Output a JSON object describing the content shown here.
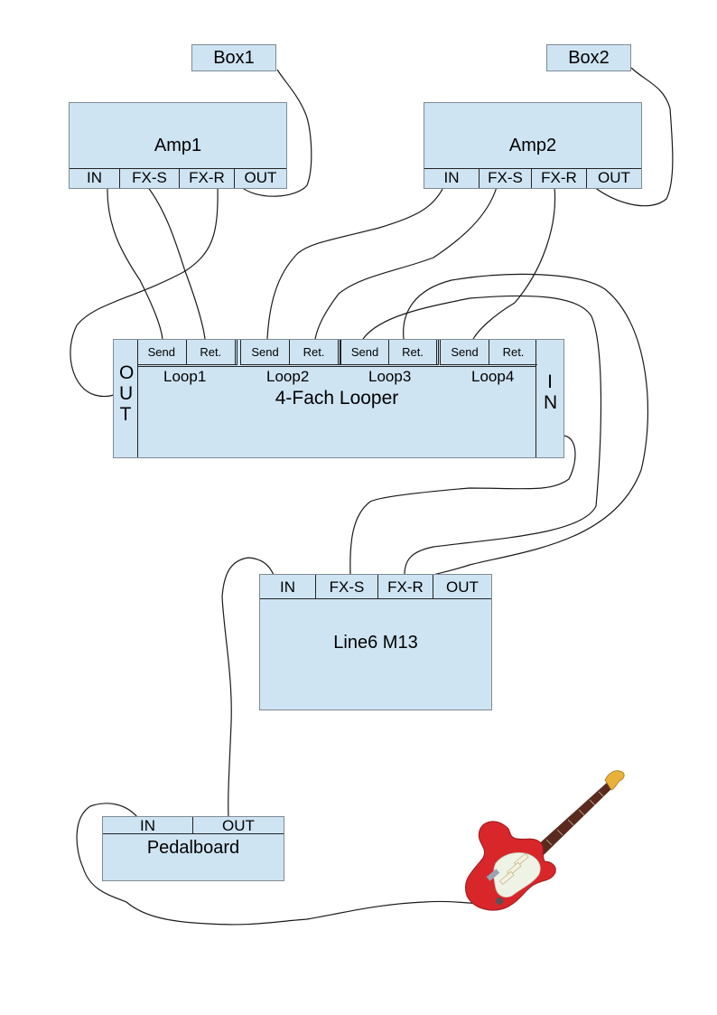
{
  "diagram": {
    "devices": {
      "box1": {
        "label": "Box1"
      },
      "box2": {
        "label": "Box2"
      },
      "amp1": {
        "label": "Amp1",
        "ports": [
          "IN",
          "FX-S",
          "FX-R",
          "OUT"
        ]
      },
      "amp2": {
        "label": "Amp2",
        "ports": [
          "IN",
          "FX-S",
          "FX-R",
          "OUT"
        ]
      },
      "looper": {
        "label": "4-Fach Looper",
        "out_label": "O U T",
        "in_label": "I N",
        "loops": [
          {
            "name": "Loop1",
            "send": "Send",
            "ret": "Ret."
          },
          {
            "name": "Loop2",
            "send": "Send",
            "ret": "Ret."
          },
          {
            "name": "Loop3",
            "send": "Send",
            "ret": "Ret."
          },
          {
            "name": "Loop4",
            "send": "Send",
            "ret": "Ret."
          }
        ]
      },
      "line6": {
        "label": "Line6 M13",
        "ports": [
          "IN",
          "FX-S",
          "FX-R",
          "OUT"
        ]
      },
      "pedalboard": {
        "label": "Pedalboard",
        "ports": [
          "IN",
          "OUT"
        ]
      },
      "guitar": {
        "icon": "electric-guitar-icon",
        "body_color": "#d8262b"
      }
    },
    "connections": [
      {
        "from": "Amp1 OUT",
        "to": "Box1"
      },
      {
        "from": "Amp2 OUT",
        "to": "Box2"
      },
      {
        "from": "Amp1 IN",
        "to": "Loop1 Send"
      },
      {
        "from": "Amp1 FX-S",
        "to": "Loop1 Ret."
      },
      {
        "from": "Amp1 FX-R",
        "to": "Looper OUT"
      },
      {
        "from": "Amp2 IN",
        "to": "Loop2 Send"
      },
      {
        "from": "Amp2 FX-S",
        "to": "Loop2 Ret."
      },
      {
        "from": "Amp2 FX-R",
        "to": "Loop4 Send"
      },
      {
        "from": "Loop3 Send",
        "to": "Line6 FX-R"
      },
      {
        "from": "Loop3 Ret.",
        "to": "Line6 OUT"
      },
      {
        "from": "Looper IN",
        "to": "Line6 FX-S"
      },
      {
        "from": "Line6 IN",
        "to": "Pedalboard OUT"
      },
      {
        "from": "Pedalboard IN",
        "to": "Guitar"
      }
    ]
  }
}
